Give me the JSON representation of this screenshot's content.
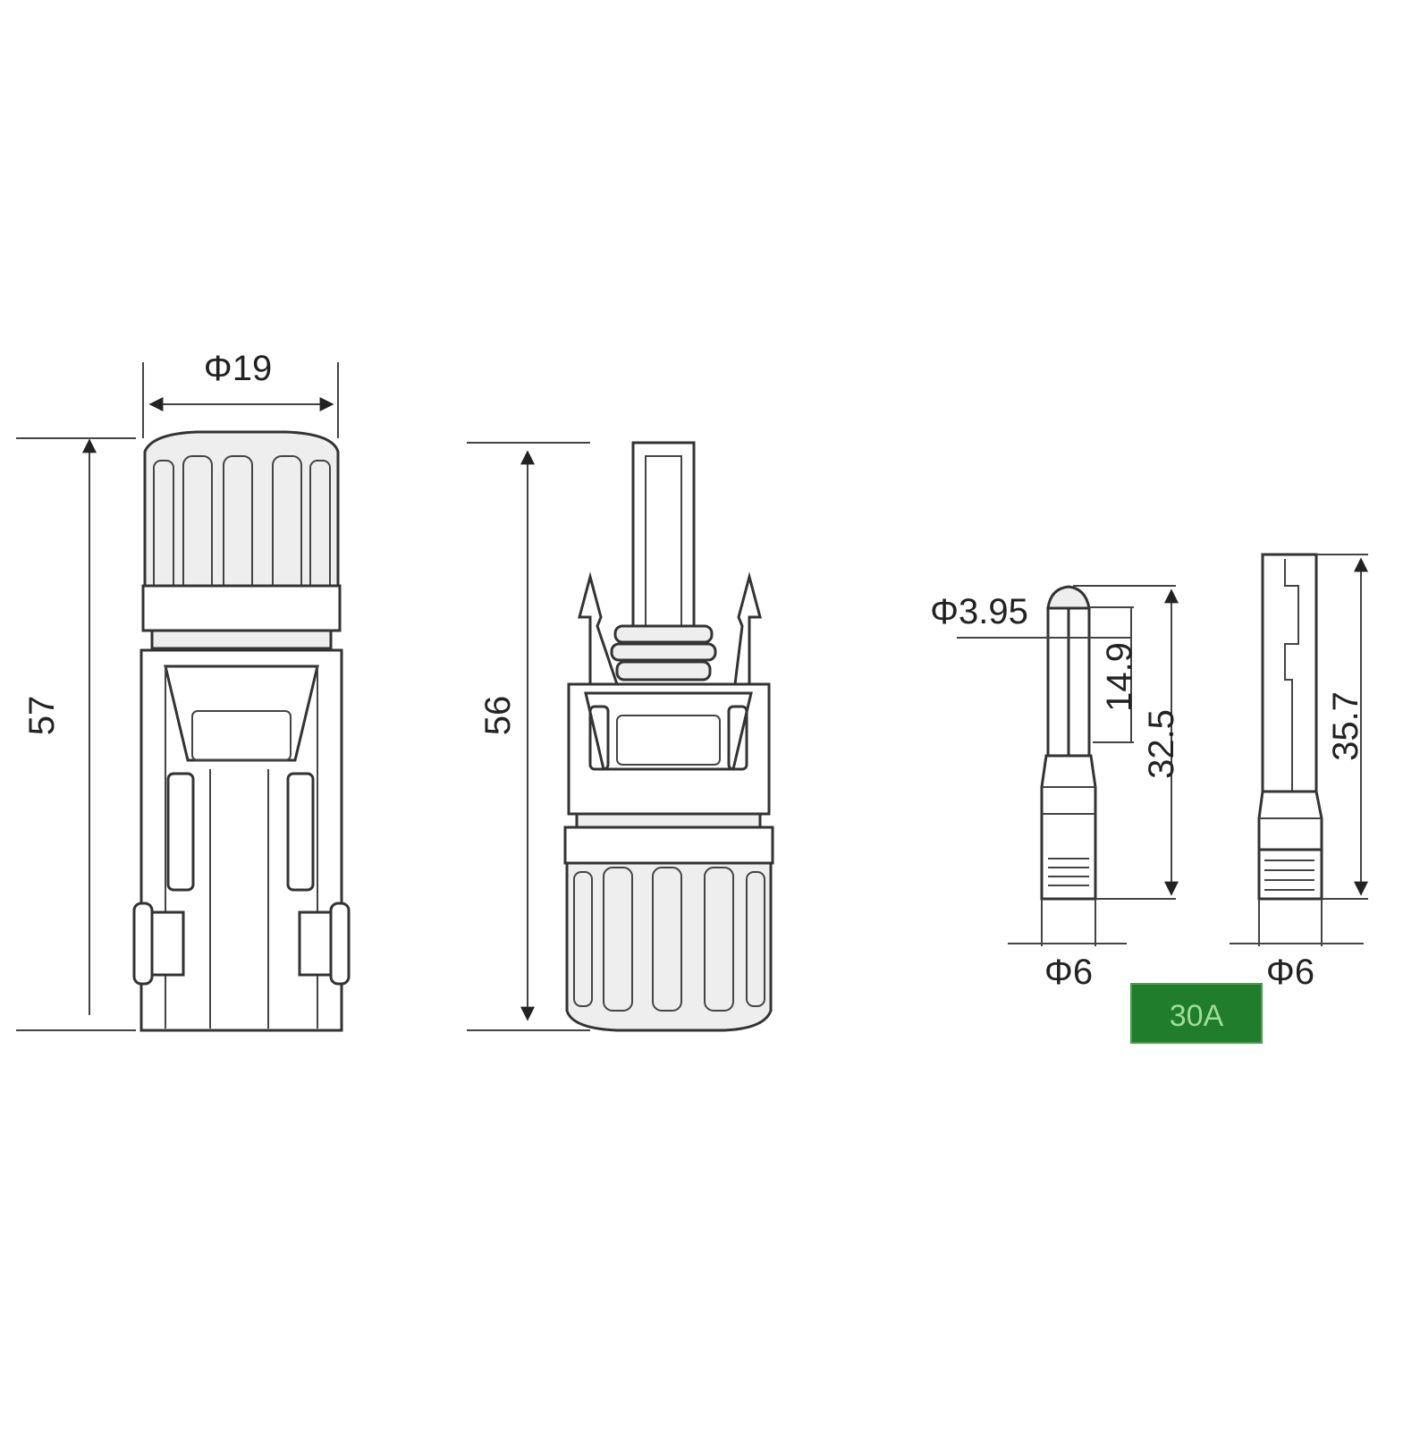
{
  "female_connector": {
    "diameter_label": "Φ19",
    "length_label": "57"
  },
  "male_connector": {
    "length_label": "56"
  },
  "male_pin": {
    "tip_diameter_label": "Φ3.95",
    "contact_length_label": "14.9",
    "length_label": "32.5",
    "base_diameter_label": "Φ6"
  },
  "female_pin": {
    "length_label": "35.7",
    "base_diameter_label": "Φ6"
  },
  "current_rating_badge": {
    "label": "30A",
    "color": "#1f7d2b"
  }
}
